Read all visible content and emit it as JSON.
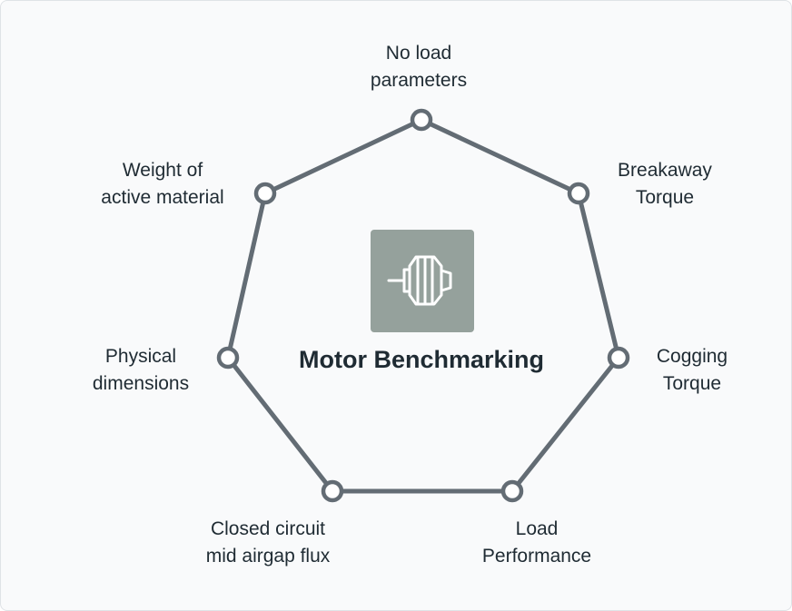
{
  "diagram": {
    "title": "Motor Benchmarking",
    "center_icon": "electric-motor-icon",
    "colors": {
      "edge": "#636c74",
      "node_fill": "#ffffff",
      "icon_bg": "#95a19c",
      "text": "#1f2b33"
    },
    "nodes": [
      {
        "id": "no-load",
        "line1": "No load",
        "line2": "parameters"
      },
      {
        "id": "breakaway",
        "line1": "Breakaway",
        "line2": "Torque"
      },
      {
        "id": "cogging",
        "line1": "Cogging",
        "line2": "Torque"
      },
      {
        "id": "load",
        "line1": "Load",
        "line2": "Performance"
      },
      {
        "id": "closed-circuit",
        "line1": "Closed circuit",
        "line2": "mid airgap flux"
      },
      {
        "id": "physical",
        "line1": "Physical",
        "line2": "dimensions"
      },
      {
        "id": "weight",
        "line1": "Weight of",
        "line2": "active material"
      }
    ]
  }
}
